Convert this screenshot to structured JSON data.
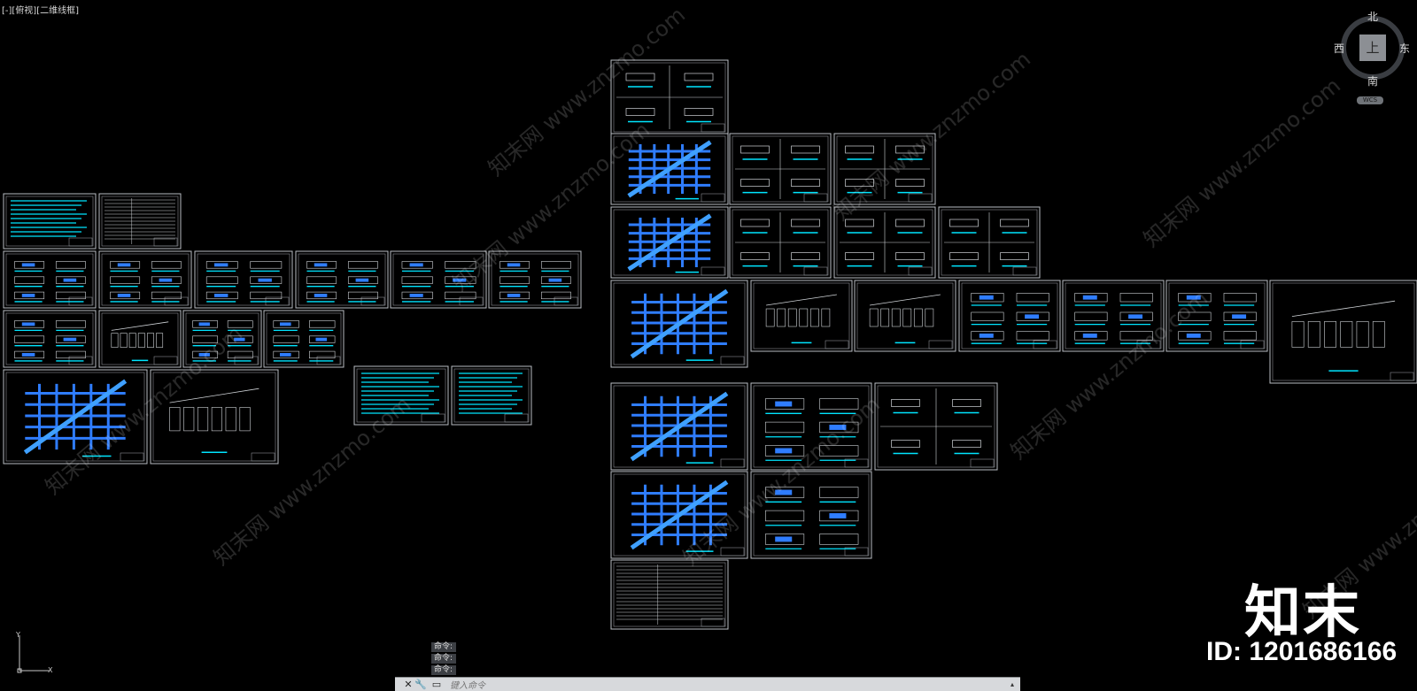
{
  "viewport": {
    "label": "[-][俯视][二维线框]"
  },
  "viewcube": {
    "north": "北",
    "south": "南",
    "east": "东",
    "west": "西",
    "face": "上",
    "wcs": "WCS"
  },
  "ucs": {
    "x_label": "X",
    "y_label": "Y"
  },
  "command": {
    "history": [
      "命令:",
      "命令:",
      "命令:"
    ],
    "placeholder": "键入命令",
    "close_icon": "close-icon",
    "wrench_icon": "wrench-icon"
  },
  "watermark": {
    "site": "www.znzmo.com",
    "brand": "知末网"
  },
  "brand": {
    "logo": "知末",
    "id": "ID: 1201686166"
  },
  "colors": {
    "background": "#000000",
    "sheet_border": "#b8bcc2",
    "cyan": "#00e5ff",
    "blue": "#2f7dff",
    "white_line": "#d0d4d8"
  }
}
